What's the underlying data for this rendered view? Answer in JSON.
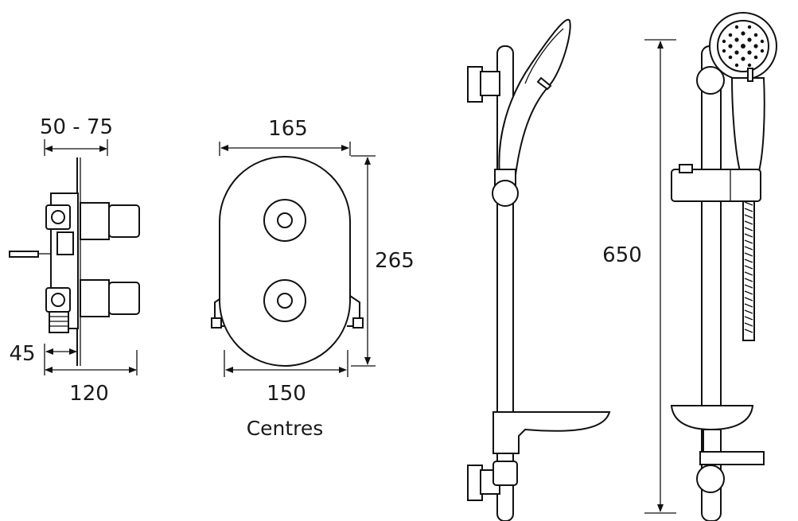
{
  "dimensions": {
    "valve_depth_range": "50 - 75",
    "valve_offset": "45",
    "valve_overall_depth": "120",
    "plate_width": "165",
    "plate_height": "265",
    "outlet_centres": "150",
    "outlet_centres_caption": "Centres",
    "rail_height": "650"
  },
  "colors": {
    "line": "#111111",
    "background": "#ffffff"
  }
}
